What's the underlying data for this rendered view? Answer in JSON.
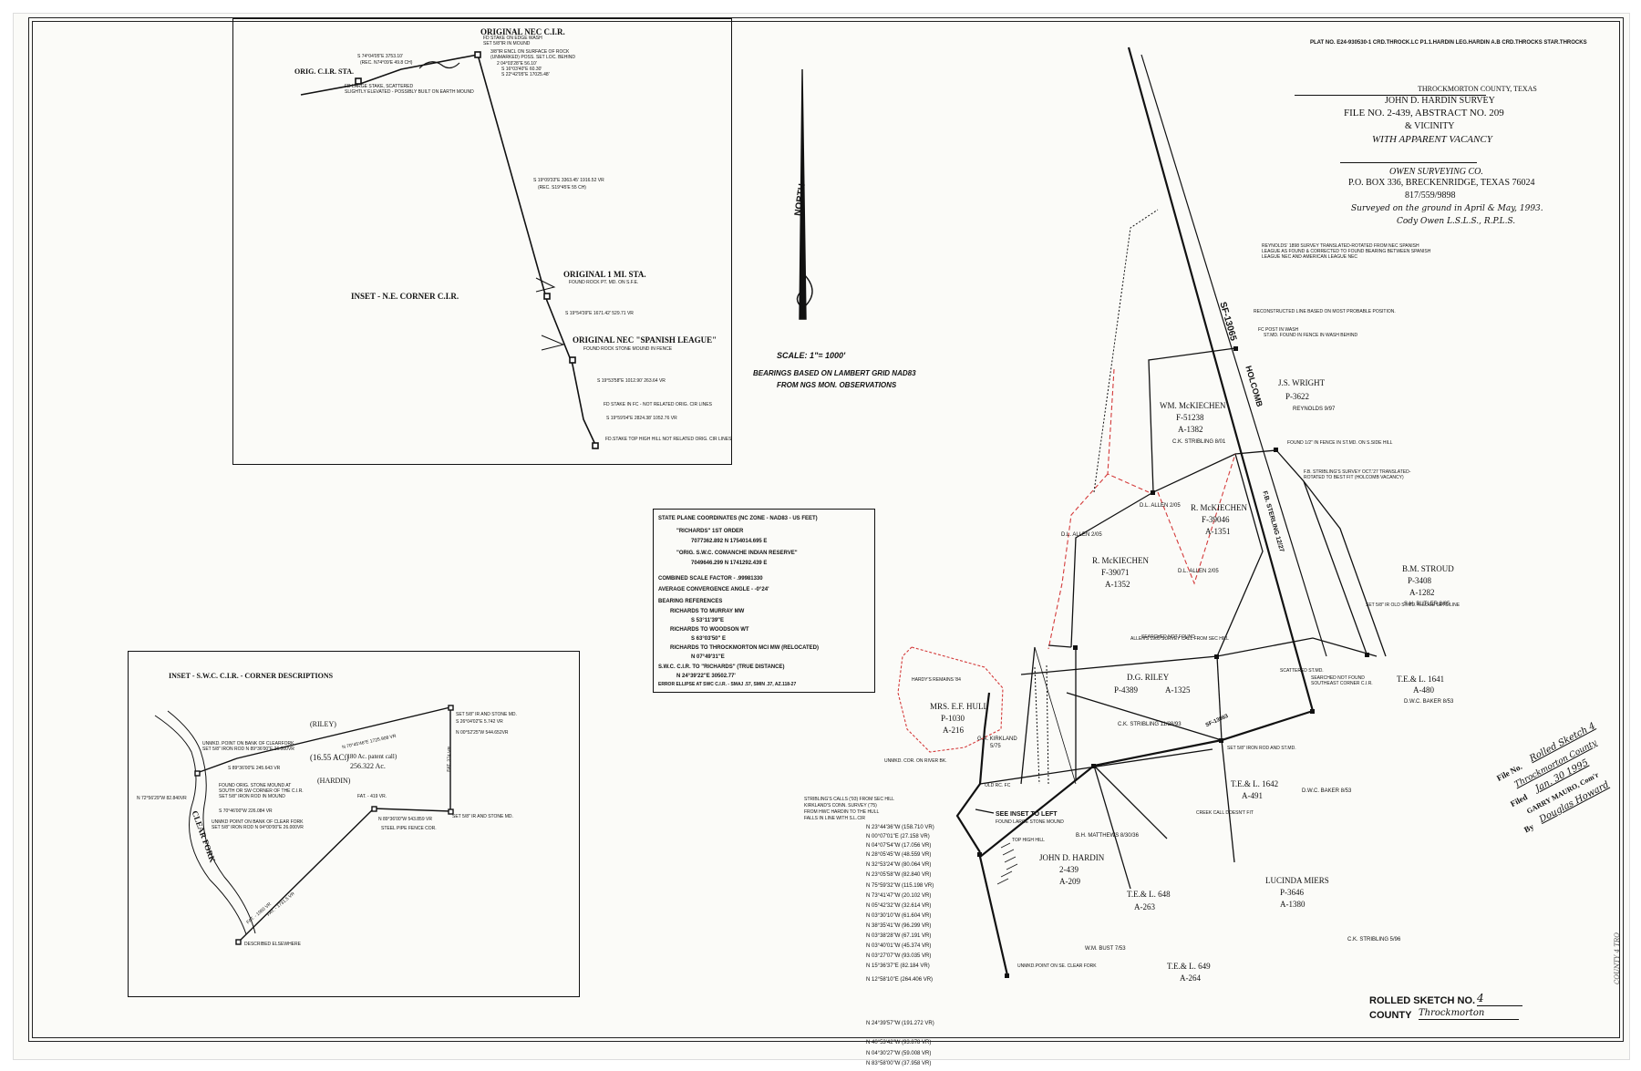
{
  "plat_number": "PLAT NO. E24-930530-1 CRD.THROCK.LC P1.1.HARDIN LEG.HARDIN A.B CRD.THROCKS STAR.THROCKS",
  "title_block": {
    "county": "THROCKMORTON COUNTY, TEXAS",
    "survey": "JOHN D. HARDIN SURVEY",
    "file": "FILE NO. 2-439, ABSTRACT NO. 209",
    "vicinity": "& VICINITY",
    "vacancy": "WITH APPARENT VACANCY",
    "company": "OWEN SURVEYING CO.",
    "address": "P.O. BOX 336, BRECKENRIDGE, TEXAS 76024",
    "phone": "817/559/9898",
    "surveyed": "Surveyed on the ground in April & May, 1993.",
    "signature": "Cody Owen  L.S.L.S., R.P.L.S."
  },
  "scale": {
    "north": "NORTH",
    "scale": "SCALE: 1\"= 1000'",
    "bearings_1": "BEARINGS BASED ON LAMBERT GRID NAD83",
    "bearings_2": "FROM NGS MON. OBSERVATIONS"
  },
  "coords_box": {
    "header": "STATE PLANE COORDINATES (NC ZONE - NAD83 - US FEET)",
    "richards_label": "\"RICHARDS\" 1ST ORDER",
    "richards_val": "7077362.892 N    1754014.695 E",
    "swc_label": "\"ORIG. S.W.C. COMANCHE INDIAN RESERVE\"",
    "swc_val": "7049646.299 N    1741292.439 E",
    "combined": "COMBINED SCALE FACTOR - .99981330",
    "convergence": "AVERAGE CONVERGENCE ANGLE - -0°24'",
    "bearing_refs": "BEARING REFERENCES",
    "r_murray": "RICHARDS TO MURRAY MW",
    "r_murray_v": "S 53°11'39\"E",
    "r_woodson": "RICHARDS TO WOODSON WT",
    "r_woodson_v": "S 63°03'50\" E",
    "r_throck": "RICHARDS TO THROCKMORTON MCI MW (RELOCATED)",
    "r_throck_v": "N 07°49'31\"E",
    "swc_to": "S.W.C. C.I.R. TO \"RICHARDS\" (TRUE DISTANCE)",
    "swc_to_v": "N 24°39'22\"E   30502.77'",
    "error": "ERROR ELLIPSE AT SWC C.I.R. - SMAJ .57, SMIN .37, AZ.118-27"
  },
  "inset_ne": {
    "title": "INSET - N.E. CORNER C.I.R.",
    "orig_nec": "ORIGINAL NEC C.I.R.",
    "orig_cir": "ORIG. C.I.R. STA.",
    "orig_1mi": "ORIGINAL 1 MI. STA.",
    "orig_spanish": "ORIGINAL NEC \"SPANISH LEAGUE\"",
    "n1": "FD STAKE ON EDGE WASH",
    "n2": "SET 5/8\"IR IN MOUND",
    "n3": "S 74°04'05\"E 3753.10'",
    "n4": "(REC. N74°09'E 49.8 CH)",
    "n5": "3/8\"IR ENCL ON SURFACE OF ROCK",
    "n6": "(UNMARKED) POSS. SET LOC. BEHIND",
    "n7": "2 04°03'28\"E 56.10'",
    "n8": "S 16°03'40\"E 60.30'",
    "n9": "S 22°42'05\"E 17025.48'",
    "n10": "FD LARGE STAKE, SCATTERED",
    "n11": "SLIGHTLY ELEVATED - POSSIBLY BUILT ON EARTH MOUND",
    "n12": "S 19°09'33\"E 3363.45' 1916.52 VR",
    "n13": "(REC. S19°45'E 55 CH)",
    "n14": "FOUND ROCK PT. MD. ON S.F.E.",
    "n15": "S 19°54'39\"E  1671.42'   529.71 VR",
    "n16": "FOUND ROCK STONE MOUND IN FENCE",
    "n17": "S 19°53'58\"E 1012.90'  263.64 VR",
    "n18": "FD STAKE IN FC - NOT RELATED ORIG. CIR LINES",
    "n19": "S 19°59'04\"E  2824.38'  1052.76 VR",
    "n20": "FD.STAKE TOP HIGH HILL NOT RELATED ORIG. CIR LINES"
  },
  "inset_sw": {
    "title": "INSET - S.W.C. C.I.R. - CORNER DESCRIPTIONS",
    "riley": "(RILEY)",
    "hardin": "(HARDIN)",
    "clear_fork": "CLEAR FORK",
    "acres1": "(16.55 AC.)",
    "acres2": "(180 Ac. patent call)",
    "acres3": "256.322 Ac.",
    "d1": "UNMKD. POINT ON BANK OF CLEARFORK",
    "d2": "SET 5/8\" IRON ROD N 89°36'00\"E 26.000VR",
    "d3": "S 89°36'00\"E 245.643 VR",
    "d4": "N 70°45'46\"E 1725.908 VR",
    "d5": "N 72°56'29\"W 82.840VR",
    "d6": "FOUND ORIG. STONE MOUND AT",
    "d7": "SOUTH OR SW CORNER OF THE C.I.R.",
    "d8": "SET 5/8\" IRON ROD IN MOUND",
    "d9": "S 70°46'00\"W 226.084 VR",
    "d10": "UNMKD POINT ON BANK OF CLEAR FORK",
    "d11": "SET 5/8\" IRON ROD N 04°00'00\"E 26.000VR",
    "d12": "FAT. - 419 VR.",
    "d13": "N 89°36'00\"W 543.859 VR",
    "d14": "STEEL PIPE FENCE COR.",
    "d15": "SET 5/8\" IR AND STONE MD.",
    "d16": "S 26°04'02\"E 5.742 VR",
    "d17": "N 00°52'25\"W 544.652VR",
    "d18": "FAT. - 1060 VR",
    "d19": "FAT. - 1731.5 VR",
    "d20": "DESCRIBED ELSEWHERE",
    "d21": "SET 5/8\" IR AND STONE MD.",
    "d22": "FAT. 374 VR"
  },
  "main_labels": {
    "sf_1": "SF-13065",
    "holcomb": "HOLCOMB",
    "fb": "F.B. STERLING 12/27",
    "js_wright": "J.S. WRIGHT",
    "js_wright_p": "P-3622",
    "reynolds": "REYNOLDS 9/97",
    "mckiechen1": "WM. McKIECHEN",
    "mckiechen1_f": "F-51238",
    "mckiechen1_a": "A-1382",
    "ck_stribling1": "C.K. STRIBLING 8/01",
    "mckiechen2": "R. McKIECHEN",
    "mckiechen2_f": "F-39046",
    "mckiechen2_a": "A-1351",
    "mckiechen3": "R. McKIECHEN",
    "mckiechen3_f": "F-39071",
    "mckiechen3_a": "A-1352",
    "dl_allen1": "D.L. ALLEN 2/05",
    "dl_allen2": "D.L. ALLEN 2/05",
    "dl_allen3": "D.L. ALLEN 2/05",
    "bm_stroud": "B.M. STROUD",
    "bm_stroud_p": "P-3408",
    "bm_stroud_a": "A-1282",
    "sh_butler": "S.H. BUTLER 8/85",
    "tel1641": "T.E.& L. 1641",
    "tel1641_a": "A-480",
    "dwc_baker1": "D.W.C. BAKER 8/53",
    "dg_riley": "D.G. RILEY",
    "dg_riley_p": "P-4389",
    "dg_riley_a": "A-1325",
    "ck_stribling2": "C.K. STRIBLING 11/28/93",
    "hull": "MRS. E.F. HULL",
    "hull_p": "P-1030",
    "hull_a": "A-216",
    "kirkland": "G.A. KIRKLAND",
    "kirkland_d": "5/75",
    "tel1642": "T.E.& L. 1642",
    "tel1642_a": "A-491",
    "dwc_baker2": "D.W.C. BAKER 8/53",
    "bh_matthews": "B.H. MATTHEWS 8/30/36",
    "hardin": "JOHN D. HARDIN",
    "hardin_n": "2-439",
    "hardin_a": "A-209",
    "tel648": "T.E.& L. 648",
    "tel648_a": "A-263",
    "miers": "LUCINDA MIERS",
    "miers_p": "P-3646",
    "miers_a": "A-1380",
    "ck_stribling3": "C.K. STRIBLING 5/96",
    "wm_bust": "W.M. BUST 7/53",
    "tel649": "T.E.& L. 649",
    "tel649_a": "A-264",
    "see_inset": "SEE INSET TO LEFT",
    "found_stone": "FOUND LARGE STONE MOUND",
    "top_high_hill": "TOP HIGH HILL",
    "sp_1": "SF-13063"
  },
  "notes": {
    "reconstructed": "RECONSTRUCTED LINE BASED ON MOST PROBABLE POSITION.",
    "reynolds_note": "REYNOLDS' 1898 SURVEY TRANSLATED-ROTATED FROM NEC SPANISH LEAGUE AS FOUND & CORRECTED TO FOUND BEARING BETWEEN SPANISH LEAGUE NEC AND AMERICAN LEAGUE NEC",
    "fc_post": "FC POST IN WASH",
    "fc_post2": "ST.MD. FOUND IN FENCE IN WASH BEHIND",
    "found_12": "FOUND 1/2\" IN FENCE IN ST.MD. ON S.SIDE HILL",
    "fb_note": "F.B. STRIBLING'S SURVEY OCT.'27 TRANSLATED-ROTATED TO BEST FIT (HOLCOMB VACANCY)",
    "set58": "SET 5/8\" IR OLD ST.MD. N.EDGE SETS.LINE",
    "searched": "SEARCHED NOT FOUND",
    "searched_se": "SEARCHED NOT FOUND SOUTHEAST CORNER C.I.R.",
    "scattered": "SCATTERED ST.MD.",
    "set_iron": "SET 5/8\" IRON ROD AND ST.MD.",
    "creek": "CREEK CALL DOESN'T FIT",
    "allen_1905": "ALLEN'S 1905 SURVEY CALL FROM SEC HILL",
    "stribling_calls": "STRIBLING'S CALLS ('93) FROM SEC HILL",
    "kirkland_conn": "KIRKLAND'S CONN. SURVEY ('75)",
    "from_hc": "FROM HWC HARDIN TO THE HULL",
    "falls_in": "FALLS IN LINE WITH S.L.CIR",
    "hardy": "HARDY'S REMAINS '84",
    "unmkd": "UNMKD. COR. ON RIVER BK.",
    "old_rc": "OLD RC. FC",
    "unmkd2": "UNMKD.POINT ON SE. CLEAR FORK",
    "rolled": "ROLLED SKETCH NO.",
    "rolled_no": "4",
    "county": "COUNTY",
    "county_val": "Throckmorton"
  },
  "filed_stamp": {
    "l1": "File No.",
    "l1v": "Rolled Sketch 4",
    "l2": "Throckmorton County",
    "l3": "Filed",
    "l3v": "Jan. 30 1995",
    "l4": "GARRY MAURO, Com'r",
    "l5": "By",
    "l5v": "Douglas Howard"
  },
  "side_tally": "COUNTY 4 TRO",
  "bearing_list": [
    "N 23°44'36\"W (158.710 VR)",
    "N 00°07'01\"E (27.158 VR)",
    "N 04°07'54\"W (17.056 VR)",
    "N 28°05'45\"W (48.559 VR)",
    "N 32°53'24\"W (80.064 VR)",
    "N 23°05'58\"W (82.840 VR)",
    "N 75°59'32\"W (115.198 VR)",
    "N 73°41'47\"W (20.102 VR)",
    "N 05°42'32\"W (32.614 VR)",
    "N 03°30'10\"W (61.604 VR)",
    "N 38°35'41\"W (96.299 VR)",
    "N 03°38'28\"W (67.191 VR)",
    "N 03°40'01\"W (45.374 VR)",
    "N 03°27'07\"W (93.035 VR)",
    "N 15°36'37\"E (82.184 VR)",
    "N 12°58'10\"E (264.406 VR)",
    "N 24°39'57\"W (191.272 VR)",
    "N 40°53'42\"W (93.878 VR)",
    "N 04°30'27\"W (59.008 VR)",
    "N 83°58'00\"W (37.958 VR)"
  ]
}
